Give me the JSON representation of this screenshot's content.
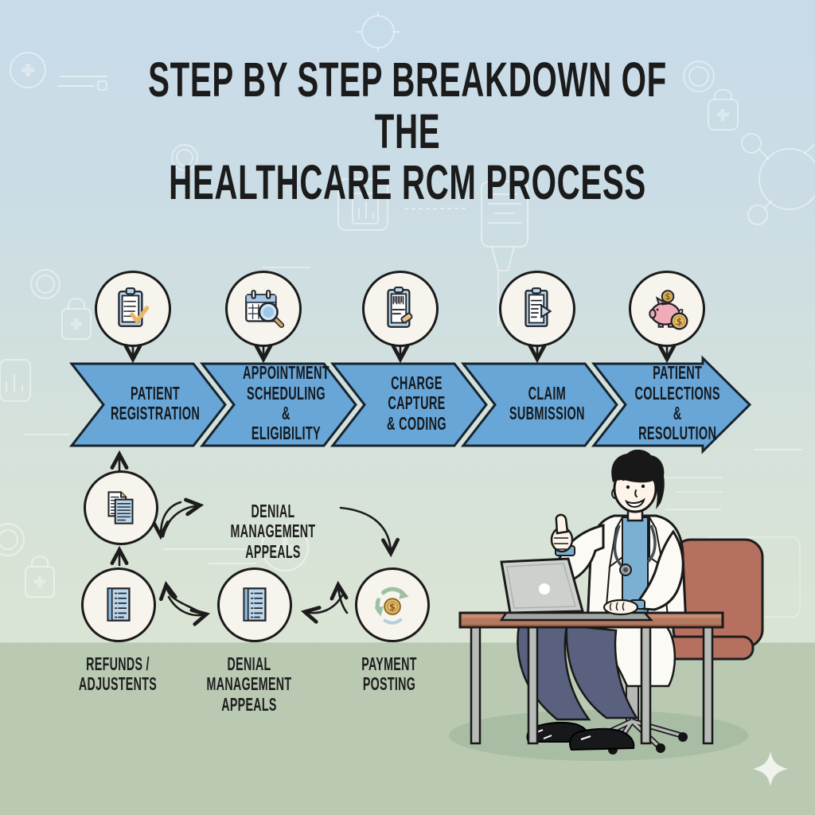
{
  "title": "STEP BY STEP BREAKDOWN OF THE\nHEALTHCARE RCM PROCESS",
  "colors": {
    "chevron_blue": "#68a6d8",
    "outline_dark": "#1b2733",
    "bg_top_blue": "#c8dbe9",
    "bg_mid_green": "#d7e3d8",
    "bg_floor_green": "#b9c9b2",
    "circle_fill": "#f6f4ed",
    "accent_tan": "#e9b766",
    "piggy_pink": "#f0aab8",
    "coin_gold": "#eec06c",
    "cycle_green": "#9dc0a3",
    "desk_brown": "#b4775f",
    "chair_red": "#b5705f"
  },
  "top_flow": {
    "steps": [
      {
        "label": "PATIENT\nREGISTRATION",
        "icon": "clipboard-check-icon"
      },
      {
        "label": "APPOINTMENT\nSCHEDULING &\nELIGIBILITY",
        "icon": "calendar-search-icon"
      },
      {
        "label": "CHARGE\nCAPTURE\n& CODING",
        "icon": "clipboard-barcode-icon"
      },
      {
        "label": "CLAIM\nSUBMISSION",
        "icon": "clipboard-send-icon"
      },
      {
        "label": "PATIENT\nCOLLECTIONS &\nRESOLUTION",
        "icon": "piggy-bank-icon"
      }
    ]
  },
  "bottom_flow": {
    "appeals_note": "DENIAL MANAGEMENT\nAPPEALS",
    "nodes": [
      {
        "icon": "documents-icon"
      },
      {
        "icon": "ledger-icon",
        "label": "REFUNDS /\nADJUSTENTS"
      },
      {
        "icon": "ledger-icon",
        "label": "DENIAL MANAGEMENT\nAPPEALS"
      },
      {
        "icon": "payment-cycle-icon",
        "label": "PAYMENT\nPOSTING"
      }
    ]
  },
  "icons": {
    "dollar": "$"
  }
}
